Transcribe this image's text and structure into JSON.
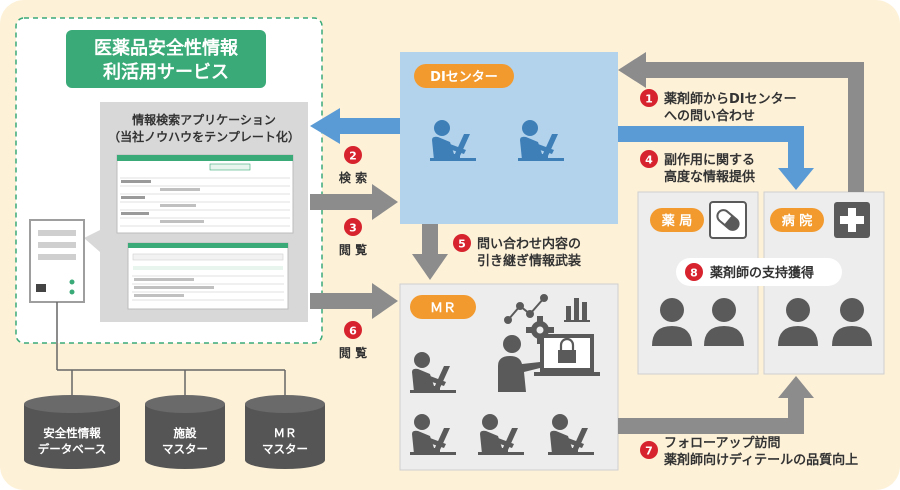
{
  "service": {
    "title_line1": "医薬品安全性情報",
    "title_line2": "利活用サービス"
  },
  "app": {
    "title_line1": "情報検索アプリケーション",
    "title_line2": "（当社ノウハウをテンプレート化）"
  },
  "di_center": {
    "label": "DIセンター"
  },
  "mr": {
    "label": "ＭＲ"
  },
  "pharmacy": {
    "label": "薬 局"
  },
  "hospital": {
    "label": "病 院"
  },
  "databases": [
    {
      "line1": "安全性情報",
      "line2": "データベース"
    },
    {
      "line1": "施設",
      "line2": "マスター"
    },
    {
      "line1": "ＭＲ",
      "line2": "マスター"
    }
  ],
  "steps": [
    {
      "num": "1",
      "line1": "薬剤師からDIセンター",
      "line2": "への問い合わせ"
    },
    {
      "num": "2",
      "line1": "検 索",
      "line2": ""
    },
    {
      "num": "3",
      "line1": "閲 覧",
      "line2": ""
    },
    {
      "num": "4",
      "line1": "副作用に関する",
      "line2": "高度な情報提供"
    },
    {
      "num": "5",
      "line1": "問い合わせ内容の",
      "line2": "引き継ぎ情報武装"
    },
    {
      "num": "6",
      "line1": "閲 覧",
      "line2": ""
    },
    {
      "num": "7",
      "line1": "フォローアップ訪問",
      "line2": "薬剤師向けディテールの品質向上"
    },
    {
      "num": "8",
      "line1": "薬剤師の支持獲得",
      "line2": ""
    }
  ],
  "colors": {
    "background": "#fdf1d8",
    "green": "#3aaa78",
    "orange": "#f29a2e",
    "red": "#d7232d",
    "blue_box": "#b3d3ec",
    "blue_arrow": "#5b9bd5",
    "gray_arrow": "#8c8c8c",
    "gray_box": "#d8d8d8",
    "figure": "#5a5a5a"
  }
}
